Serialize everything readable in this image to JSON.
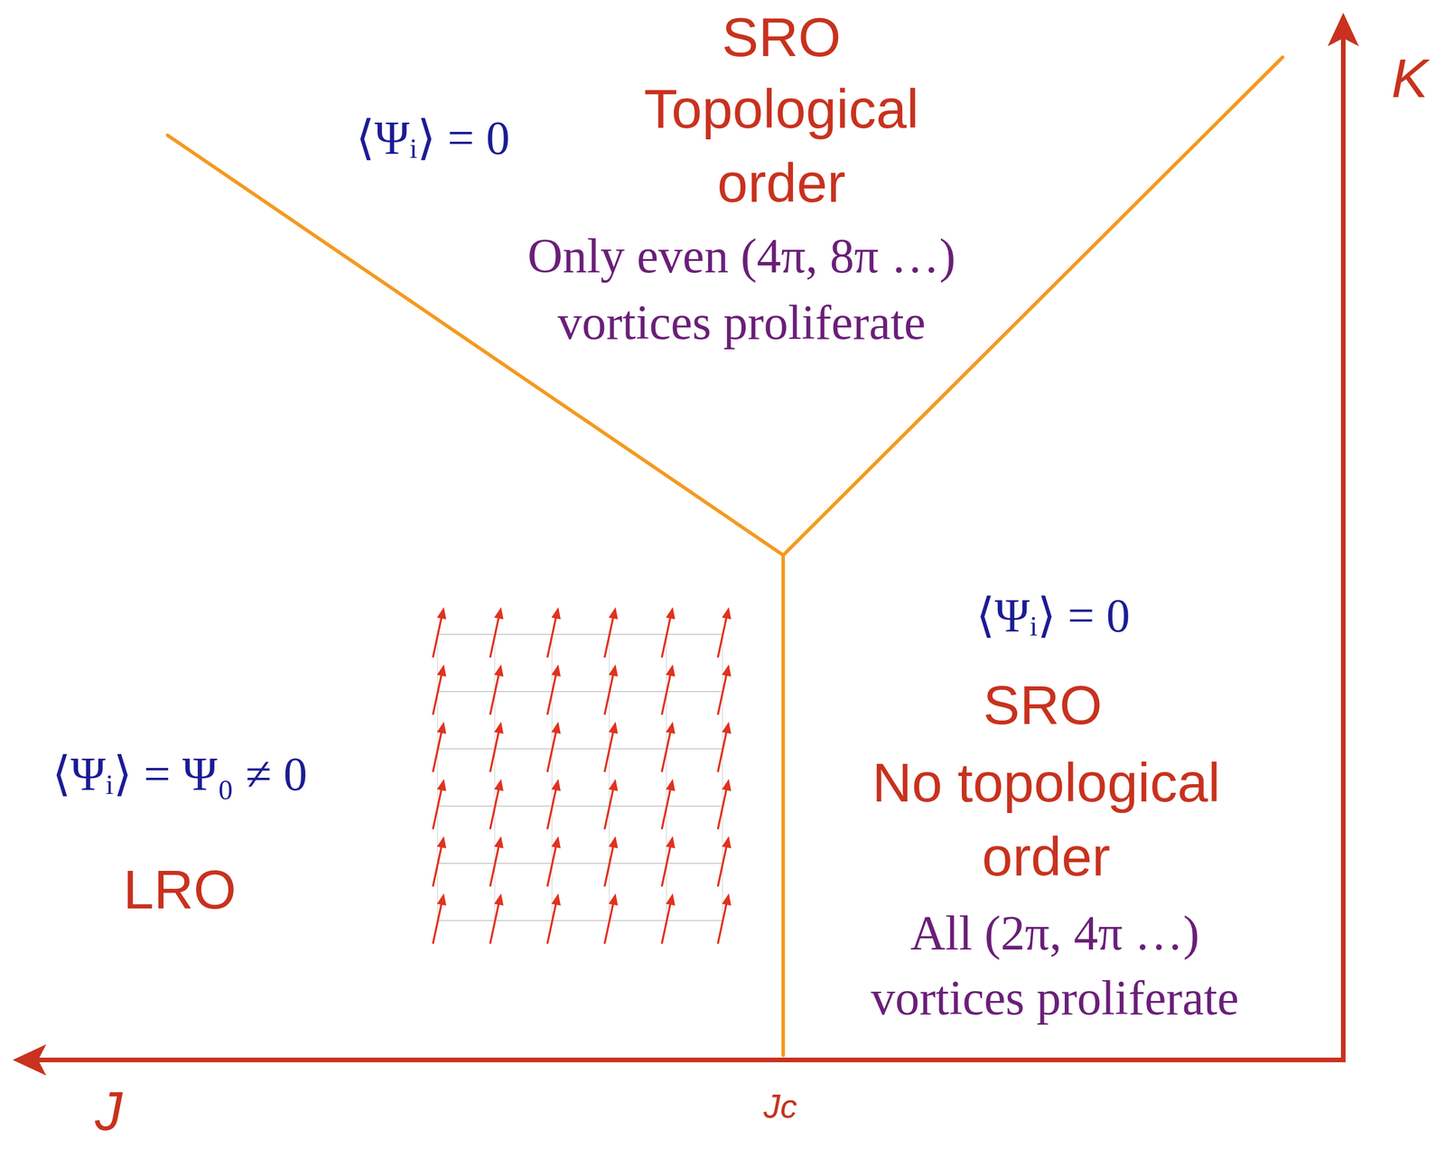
{
  "diagram": {
    "labels": [
      "SRO",
      "Topological order",
      "⟨Ψᵢ⟩ = 0",
      "Only even (4π, 8π …) vortices proliferate",
      "K",
      "⟨Ψᵢ⟩ = 0",
      "SRO",
      "No topological order",
      "All (2π, 4π …) vortices proliferate",
      "⟨Ψᵢ⟩ = Ψ₀ ≠ 0",
      "LRO",
      "J",
      "Jc"
    ]
  }
}
